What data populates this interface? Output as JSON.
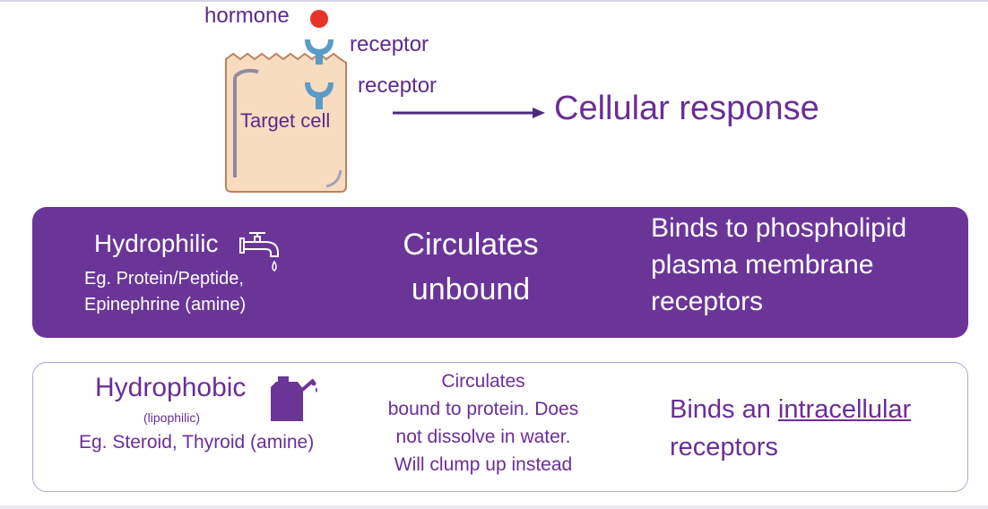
{
  "diagram": {
    "hormone_label": "hormone",
    "receptor_label_1": "receptor",
    "receptor_label_2": "receptor",
    "target_cell_label": "Target cell",
    "response_label": "Cellular response"
  },
  "hydrophilic": {
    "title": "Hydrophilic",
    "example_line_1": "Eg. Protein/Peptide,",
    "example_line_2": "Epinephrine (amine)",
    "circulation_line_1": "Circulates",
    "circulation_line_2": "unbound",
    "binding_line_1": "Binds to phospholipid",
    "binding_line_2": "plasma membrane",
    "binding_line_3": "receptors"
  },
  "hydrophobic": {
    "title": "Hydrophobic",
    "subtitle": "(lipophilic)",
    "example": "Eg. Steroid, Thyroid (amine)",
    "circulation_line_1": "Circulates",
    "circulation_line_2": "bound to protein. Does",
    "circulation_line_3": "not dissolve in water.",
    "circulation_line_4": "Will clump up instead",
    "binding_prefix": "Binds an ",
    "binding_underlined": "intracellular",
    "binding_line_2": "receptors"
  },
  "colors": {
    "accent_purple": "#6b3598",
    "hormone_red": "#e8332a",
    "receptor_blue": "#5b9bc8",
    "cell_fill": "#f8dcc0"
  },
  "icons": [
    "faucet-icon",
    "oil-can-icon",
    "arrow-right-icon",
    "hormone-dot-icon",
    "receptor-icon"
  ]
}
